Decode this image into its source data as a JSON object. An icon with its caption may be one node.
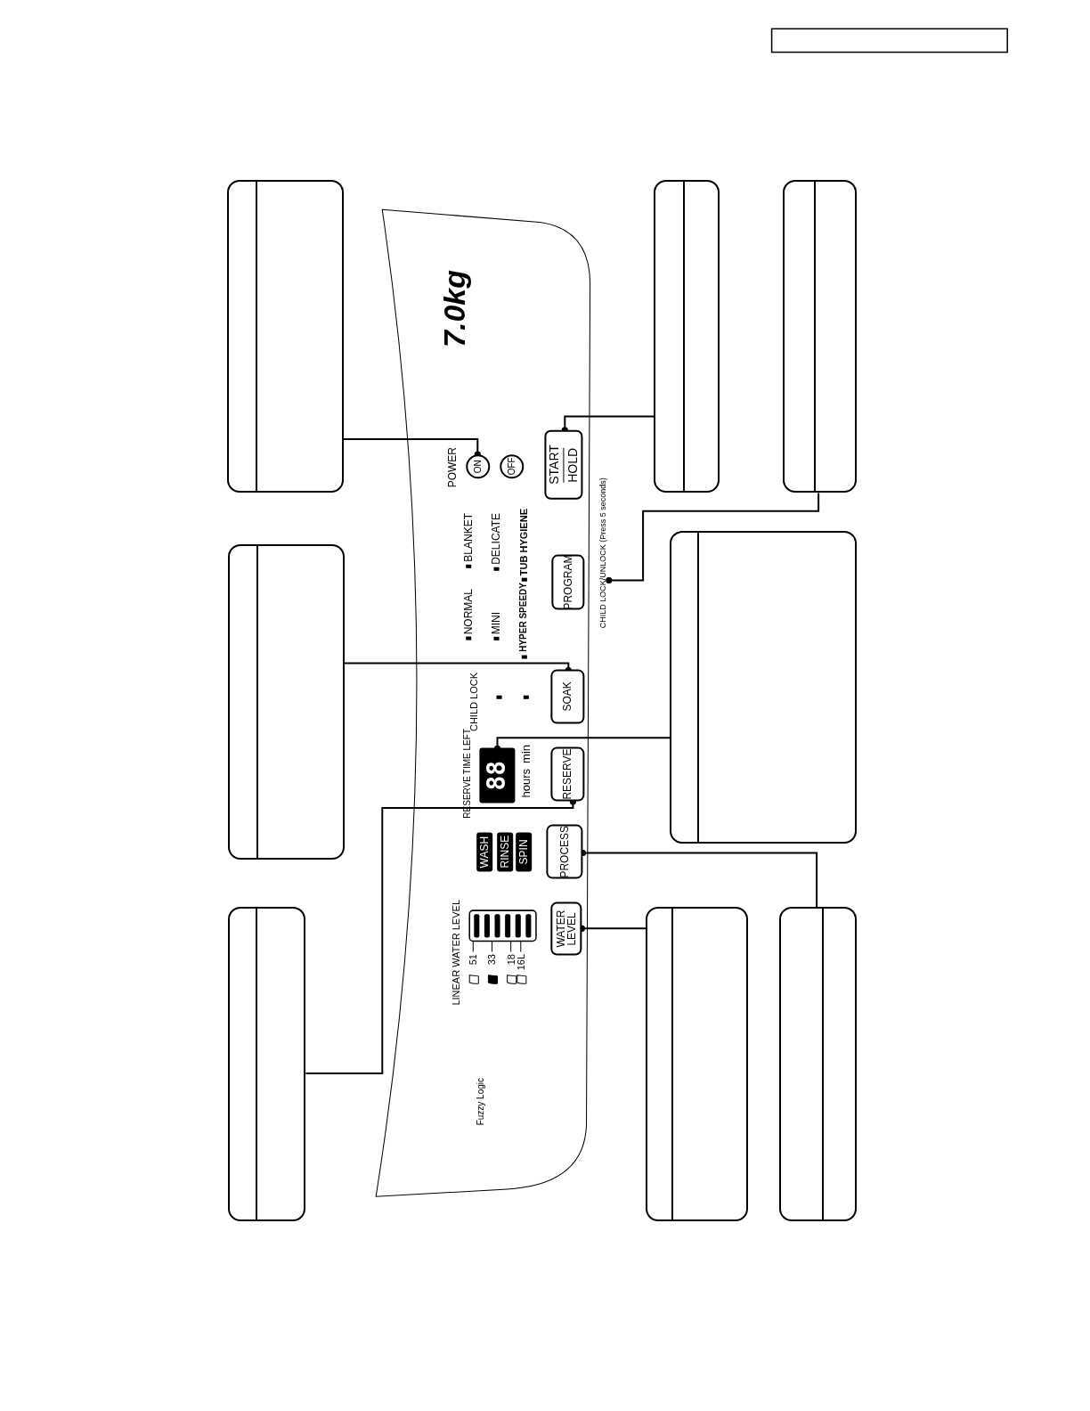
{
  "diagram": {
    "nodes": [
      {
        "text": [],
        "shape": "box"
      },
      {
        "text": [],
        "shape": "box"
      },
      {
        "text": [],
        "shape": "box"
      },
      {
        "text": [
          "ON"
        ]
      },
      {
        "text": [
          "OFF"
        ]
      },
      {
        "text": [
          "START",
          "HOLD"
        ]
      },
      {
        "text": [
          "PROGRAM"
        ]
      },
      {
        "text": [
          "CHILD LOCK/UNLOCK (Press 5 seconds)"
        ]
      },
      {
        "text": [
          "SOAK"
        ]
      },
      {
        "text": [
          "RESERVE"
        ]
      },
      {
        "text": [
          "PROCESS"
        ]
      },
      {
        "text": [
          "WATER LEVEL"
        ]
      },
      {
        "text": [],
        "shape": "box"
      },
      {
        "text": [],
        "shape": "box"
      },
      {
        "text": [],
        "shape": "box"
      },
      {
        "text": [],
        "shape": "box"
      },
      {
        "text": [],
        "shape": "box"
      },
      {
        "text": [
          "88"
        ]
      }
    ],
    "edges": [
      {
        "from": 0,
        "to": 3,
        "arrow": "other"
      },
      {
        "from": 1,
        "to": 8,
        "arrow": "other"
      },
      {
        "from": 2,
        "to": 9,
        "arrow": "other"
      },
      {
        "from": 12,
        "to": 5,
        "arrow": "other"
      },
      {
        "from": 13,
        "to": 7,
        "arrow": "other"
      },
      {
        "from": 14,
        "to": 17,
        "arrow": "other"
      },
      {
        "from": 15,
        "to": 11,
        "arrow": "other"
      },
      {
        "from": 16,
        "to": 10,
        "arrow": "other"
      }
    ],
    "labels": [
      "7.0kg",
      "POWER",
      "BLANKET",
      "NORMAL",
      "DELICATE",
      "MINI",
      "TUB HYGIENE",
      "HYPER SPEEDY",
      "CHILD LOCK",
      "TIME LEFT",
      "RESERVE",
      "min",
      "hours",
      "WASH",
      "RINSE",
      "SPIN",
      "LINEAR WATER LEVEL",
      "51",
      "33",
      "18",
      "16L",
      "Fuzzy Logic"
    ]
  }
}
